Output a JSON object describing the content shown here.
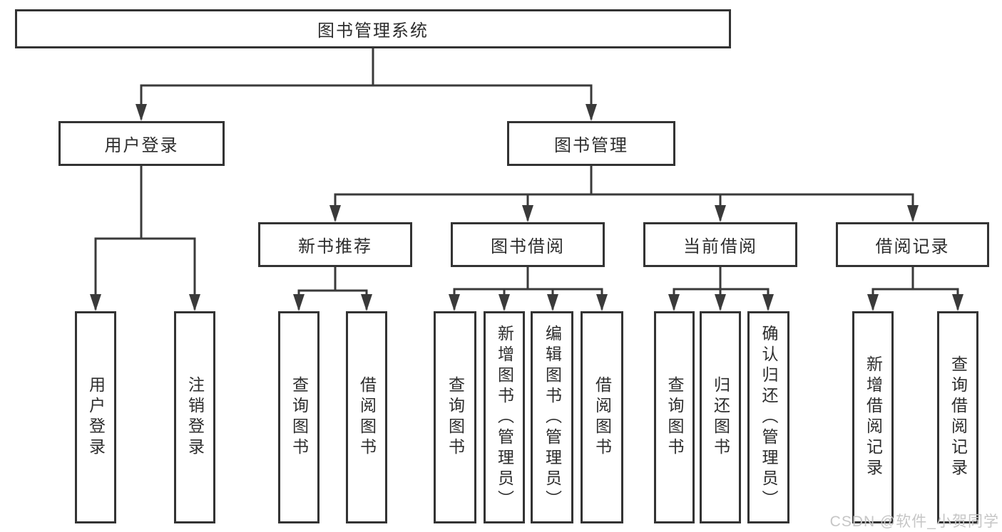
{
  "diagram": {
    "root": {
      "label": "图书管理系统",
      "children": [
        {
          "label": "用户登录",
          "children": [
            {
              "label": "用户登录"
            },
            {
              "label": "注销登录"
            }
          ]
        },
        {
          "label": "图书管理",
          "children": [
            {
              "label": "新书推荐",
              "children": [
                {
                  "label": "查询图书"
                },
                {
                  "label": "借阅图书"
                }
              ]
            },
            {
              "label": "图书借阅",
              "children": [
                {
                  "label": "查询图书"
                },
                {
                  "label": "新增图书（管理员）"
                },
                {
                  "label": "编辑图书（管理员）"
                },
                {
                  "label": "借阅图书"
                }
              ]
            },
            {
              "label": "当前借阅",
              "children": [
                {
                  "label": "查询图书"
                },
                {
                  "label": "归还图书"
                },
                {
                  "label": "确认归还（管理员）"
                }
              ]
            },
            {
              "label": "借阅记录",
              "children": [
                {
                  "label": "新增借阅记录"
                },
                {
                  "label": "查询借阅记录"
                }
              ]
            }
          ]
        }
      ]
    },
    "watermark": {
      "text": "CSDN @软件_小贺同学"
    },
    "colors": {
      "line": "#3a3a3a",
      "box_border": "#333333",
      "text": "#2d2d2d",
      "watermark": "#c6c6c6",
      "background": "#ffffff"
    }
  }
}
